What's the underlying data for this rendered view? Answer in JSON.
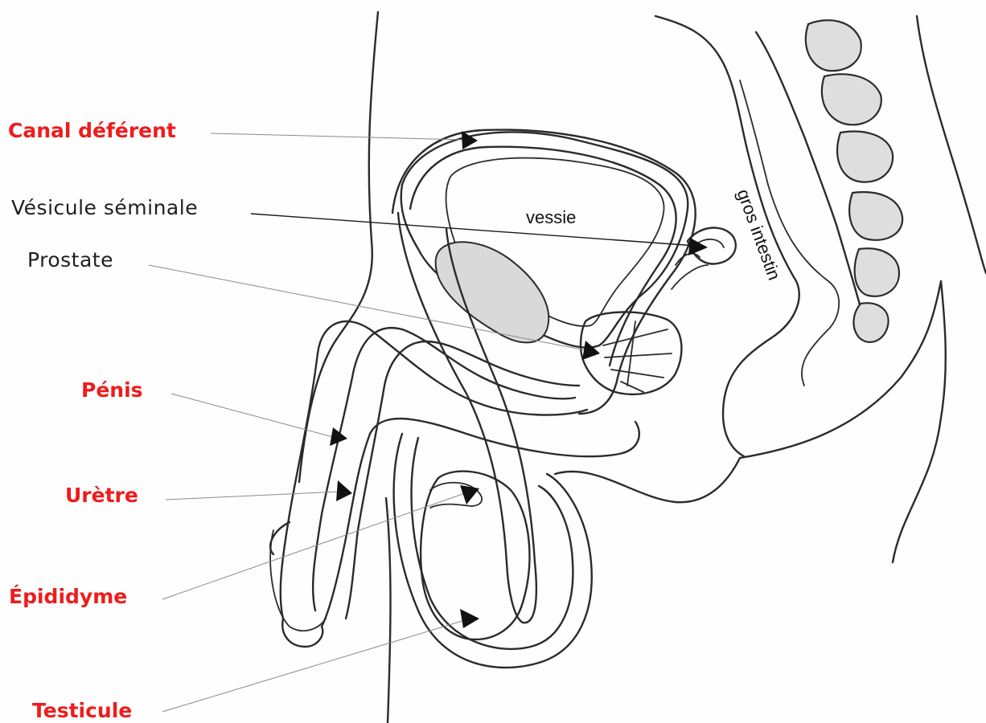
{
  "labels": {
    "canal_deferent": "Canal déférent",
    "vesicule_seminale": "Vésicule séminale",
    "prostate": "Prostate",
    "penis": "Pénis",
    "uretre": "Urètre",
    "epididyme": "Épididyme",
    "testicule": "Testicule"
  },
  "organs": {
    "vessie": "vessie",
    "gros_intestin": "gros intestin"
  },
  "colors": {
    "highlight_label": "#ee1c1c",
    "plain_label": "#1f1f1f",
    "line": "#2b2b2b"
  }
}
